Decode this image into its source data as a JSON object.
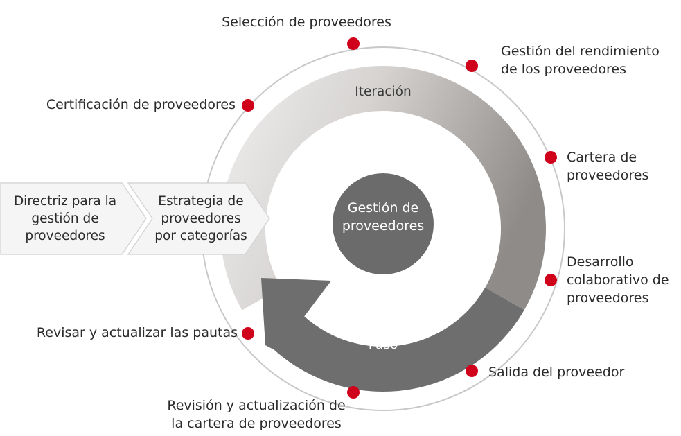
{
  "colors": {
    "marker": "#d0021b",
    "outer_ring": "#c8c8c8",
    "center": "#6b6b6b",
    "arrow": "#6e6e6e",
    "chevron_fill": "#f4f4f4",
    "chevron_stroke": "#d6d6d6"
  },
  "process": {
    "step1_lines": [
      "Directriz para la",
      "gestión de",
      "proveedores"
    ],
    "step2_lines": [
      "Estrategia de",
      "proveedores",
      "por categorías"
    ]
  },
  "cycle": {
    "center_lines": [
      "Gestión de",
      "proveedores"
    ],
    "iteration_label": "Iteración",
    "step_label": "Paso"
  },
  "stages": [
    {
      "id": "seleccion",
      "lines": [
        "Selección de proveedores"
      ]
    },
    {
      "id": "rendimiento",
      "lines": [
        "Gestión del rendimiento",
        "de los proveedores"
      ]
    },
    {
      "id": "cartera",
      "lines": [
        "Cartera de",
        "proveedores"
      ]
    },
    {
      "id": "desarrollo",
      "lines": [
        "Desarrollo",
        "colaborativo de",
        "proveedores"
      ]
    },
    {
      "id": "salida",
      "lines": [
        "Salida del proveedor"
      ]
    },
    {
      "id": "revision",
      "lines": [
        "Revisión y actualización de",
        "la cartera de proveedores"
      ]
    },
    {
      "id": "revisar-pautas",
      "lines": [
        "Revisar y actualizar las pautas"
      ]
    },
    {
      "id": "certificacion",
      "lines": [
        "Certificación de proveedores"
      ]
    }
  ]
}
